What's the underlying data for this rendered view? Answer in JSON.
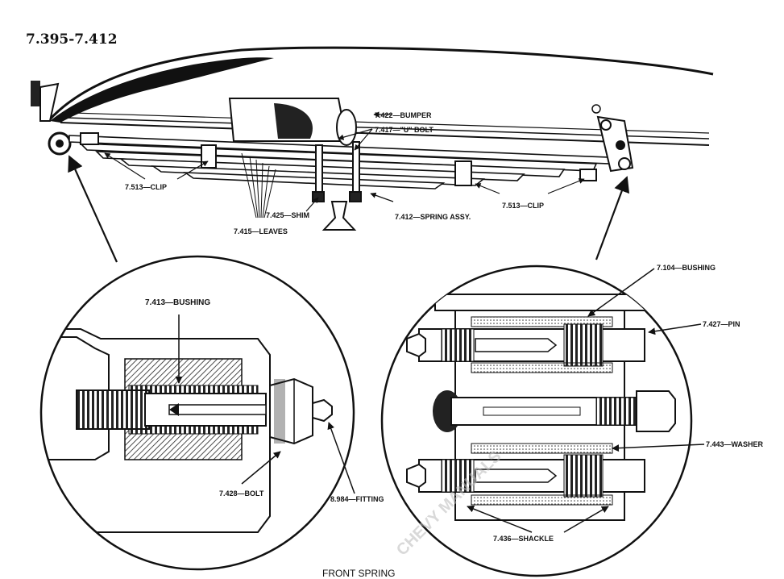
{
  "figure_number": "7.395-7.412",
  "caption": "FRONT SPRING",
  "watermark": "CHEVY MANUALS",
  "labels": {
    "bumper": "7.422—BUMPER",
    "u_bolt": "7.417—\"U\" BOLT",
    "clip_left": "7.513—CLIP",
    "clip_right": "7.513—CLIP",
    "shim": "7.425—SHIM",
    "leaves": "7.415—LEAVES",
    "spring_assy": "7.412—SPRING ASSY.",
    "bushing_left": "7.413—BUSHING",
    "bolt": "7.428—BOLT",
    "fitting": "8.984—FITTING",
    "bushing_right": "7.104—BUSHING",
    "pin": "7.427—PIN",
    "washer": "7.443—WASHER",
    "shackle": "7.436—SHACKLE"
  }
}
